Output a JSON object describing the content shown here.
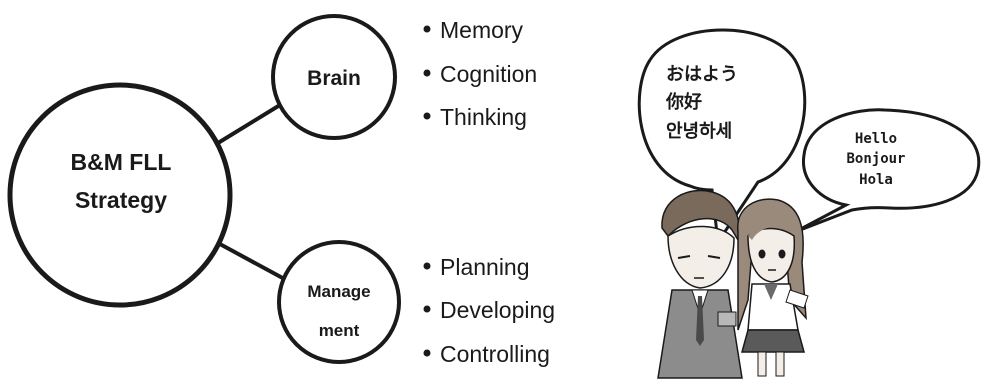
{
  "diagram": {
    "center": {
      "lines": [
        "B&M FLL",
        "Strategy"
      ]
    },
    "branches": [
      {
        "id": "brain",
        "lines": [
          "Brain"
        ],
        "items": [
          "Memory",
          "Cognition",
          "Thinking"
        ]
      },
      {
        "id": "management",
        "lines": [
          "Manage",
          "ment"
        ],
        "items": [
          "Planning",
          "Developing",
          "Controlling"
        ]
      }
    ]
  },
  "illustration": {
    "bubble_left": {
      "lines": [
        "おはよう",
        "你好",
        "안녕하세"
      ]
    },
    "bubble_right": {
      "lines": [
        "Hello",
        "Bonjour",
        "Hola"
      ]
    }
  },
  "colors": {
    "stroke": "#1a1a1a",
    "background": "#ffffff"
  }
}
